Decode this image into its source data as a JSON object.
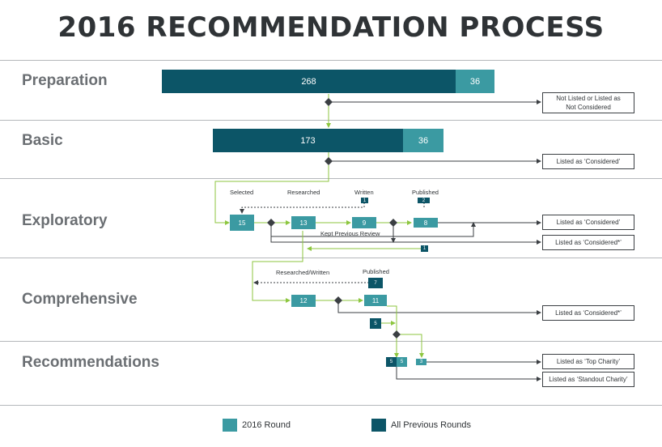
{
  "title": "2016 RECOMMENDATION PROCESS",
  "stages": {
    "preparation": "Preparation",
    "basic": "Basic",
    "exploratory": "Exploratory",
    "comprehensive": "Comprehensive",
    "recommendations": "Recommendations"
  },
  "preparation": {
    "previous": "268",
    "current": "36",
    "out": "Not Listed or Listed as Not Considered"
  },
  "basic": {
    "previous": "173",
    "current": "36",
    "out": "Listed as ‘Considered’"
  },
  "exploratory": {
    "col_selected": "Selected",
    "col_researched": "Researched",
    "col_written": "Written",
    "col_published": "Published",
    "written_prev": "1",
    "published_prev": "2",
    "selected": "15",
    "researched": "13",
    "written": "9",
    "published": "8",
    "kept_label": "Kept Previous Review",
    "kept_prev": "1",
    "out1": "Listed as ‘Considered’",
    "out2": "Listed as ‘Considered*’"
  },
  "comprehensive": {
    "col_researched_written": "Researched/Written",
    "col_published": "Published",
    "published_prev": "7",
    "researched": "12",
    "published": "11",
    "extra_prev": "5",
    "out": "Listed as ‘Considered*’"
  },
  "recommendations": {
    "prev": "5",
    "current_a": "5",
    "current_b": "3",
    "out1": "Listed as ‘Top Charity’",
    "out2": "Listed as ‘Standout Charity’"
  },
  "legend": {
    "current": "2016 Round",
    "previous": "All Previous Rounds"
  },
  "colors": {
    "current": "#3b9aa2",
    "previous": "#0c5567",
    "arrow": "#8dc63f",
    "divider": "#b5b8bb"
  }
}
